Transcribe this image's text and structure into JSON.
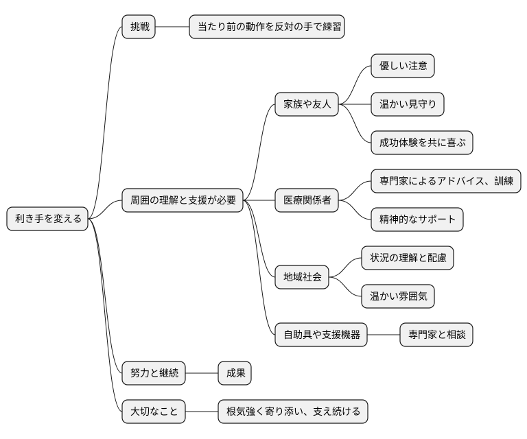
{
  "diagram": {
    "type": "mindmap",
    "colors": {
      "node_fill": "#f1f1f1",
      "node_border": "#181818",
      "edge": "#181818",
      "text": "#000000"
    },
    "nodes": [
      {
        "id": "root",
        "label": "利き手を変える"
      },
      {
        "id": "challenge",
        "label": "挑戦",
        "parent": "root"
      },
      {
        "id": "practice",
        "label": "当たり前の動作を反対の手で練習",
        "parent": "challenge"
      },
      {
        "id": "support",
        "label": "周囲の理解と支援が必要",
        "parent": "root"
      },
      {
        "id": "family",
        "label": "家族や友人",
        "parent": "support"
      },
      {
        "id": "care",
        "label": "優しい注意",
        "parent": "family"
      },
      {
        "id": "watch",
        "label": "温かい見守り",
        "parent": "family"
      },
      {
        "id": "joy",
        "label": "成功体験を共に喜ぶ",
        "parent": "family"
      },
      {
        "id": "medical",
        "label": "医療関係者",
        "parent": "support"
      },
      {
        "id": "advice",
        "label": "専門家によるアドバイス、訓練",
        "parent": "medical"
      },
      {
        "id": "mental",
        "label": "精神的なサポート",
        "parent": "medical"
      },
      {
        "id": "community",
        "label": "地域社会",
        "parent": "support"
      },
      {
        "id": "understand",
        "label": "状況の理解と配慮",
        "parent": "community"
      },
      {
        "id": "atmos",
        "label": "温かい雰囲気",
        "parent": "community"
      },
      {
        "id": "tools",
        "label": "自助具や支援機器",
        "parent": "support"
      },
      {
        "id": "consult",
        "label": "専門家と相談",
        "parent": "tools"
      },
      {
        "id": "effort",
        "label": "努力と継続",
        "parent": "root"
      },
      {
        "id": "result",
        "label": "成果",
        "parent": "effort"
      },
      {
        "id": "important",
        "label": "大切なこと",
        "parent": "root"
      },
      {
        "id": "persist",
        "label": "根気強く寄り添い、支え続ける",
        "parent": "important"
      }
    ]
  }
}
